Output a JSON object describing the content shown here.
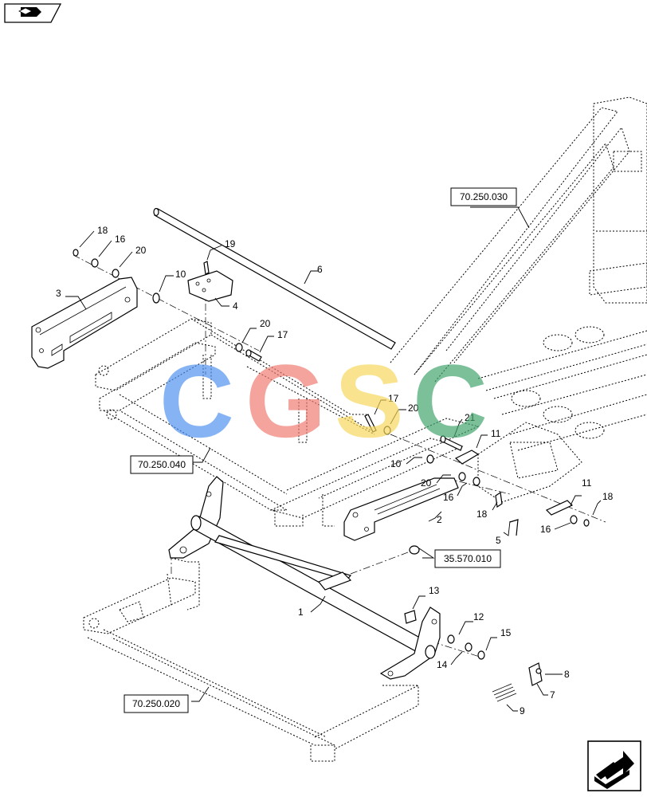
{
  "part_callouts": [
    {
      "id": "c18a",
      "text": "18"
    },
    {
      "id": "c16a",
      "text": "16"
    },
    {
      "id": "c20a",
      "text": "20"
    },
    {
      "id": "c3",
      "text": "3"
    },
    {
      "id": "c10a",
      "text": "10"
    },
    {
      "id": "c19",
      "text": "19"
    },
    {
      "id": "c4",
      "text": "4"
    },
    {
      "id": "c6",
      "text": "6"
    },
    {
      "id": "c20b",
      "text": "20"
    },
    {
      "id": "c17a",
      "text": "17"
    },
    {
      "id": "c17b",
      "text": "17"
    },
    {
      "id": "c20c",
      "text": "20"
    },
    {
      "id": "c21",
      "text": "21"
    },
    {
      "id": "c11a",
      "text": "11"
    },
    {
      "id": "c10b",
      "text": "10"
    },
    {
      "id": "c20d",
      "text": "20"
    },
    {
      "id": "c16b",
      "text": "16"
    },
    {
      "id": "c18b",
      "text": "18"
    },
    {
      "id": "c2",
      "text": "2"
    },
    {
      "id": "c11b",
      "text": "11"
    },
    {
      "id": "c18c",
      "text": "18"
    },
    {
      "id": "c5",
      "text": "5"
    },
    {
      "id": "c16c",
      "text": "16"
    },
    {
      "id": "c13",
      "text": "13"
    },
    {
      "id": "c1",
      "text": "1"
    },
    {
      "id": "c12",
      "text": "12"
    },
    {
      "id": "c15",
      "text": "15"
    },
    {
      "id": "c14",
      "text": "14"
    },
    {
      "id": "c8",
      "text": "8"
    },
    {
      "id": "c7",
      "text": "7"
    },
    {
      "id": "c9",
      "text": "9"
    }
  ],
  "reference_boxes": [
    {
      "id": "r030",
      "text": "70.250.030"
    },
    {
      "id": "r040",
      "text": "70.250.040"
    },
    {
      "id": "r010",
      "text": "35.570.010"
    },
    {
      "id": "r020",
      "text": "70.250.020"
    }
  ],
  "watermark": {
    "letters": [
      "C",
      "G",
      "S",
      "C"
    ],
    "colors": [
      "#4d90f0",
      "#f07a70",
      "#f7d75a",
      "#3fa36b"
    ]
  },
  "icons": {
    "top_left": "book-with-arrow-icon",
    "bottom_right": "next-page-arrow-icon"
  }
}
